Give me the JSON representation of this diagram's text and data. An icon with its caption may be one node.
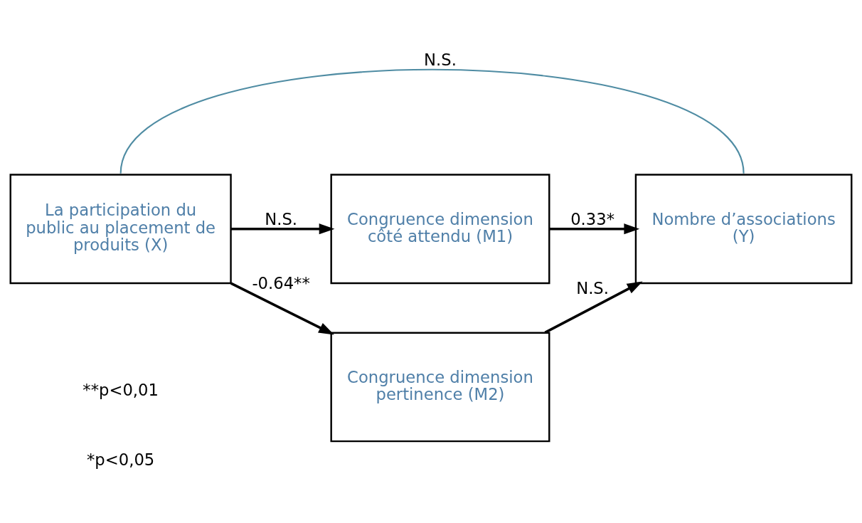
{
  "diagram": {
    "nodes": [
      {
        "text": [
          "La participation du public au placement de produits (X)"
        ]
      },
      {
        "text": [
          "Congruence dimension côté attendu (M1)"
        ]
      },
      {
        "text": [
          "Congruence dimension pertinence (M2)"
        ]
      },
      {
        "text": [
          "Nombre d’associations (Y)"
        ]
      }
    ],
    "edges": [
      {
        "from": 0,
        "to": 3,
        "arrow": "none",
        "label": "N.S.",
        "color": "#4f8ca3"
      },
      {
        "from": 0,
        "to": 1,
        "arrow": "to",
        "label": "N.S."
      },
      {
        "from": 1,
        "to": 3,
        "arrow": "to",
        "label": "0.33*"
      },
      {
        "from": 0,
        "to": 2,
        "arrow": "to",
        "label": "-0.64**"
      },
      {
        "from": 2,
        "to": 3,
        "arrow": "to",
        "label": "N.S."
      }
    ],
    "labels": [
      "**p<0,01",
      "*p<0,05"
    ]
  }
}
